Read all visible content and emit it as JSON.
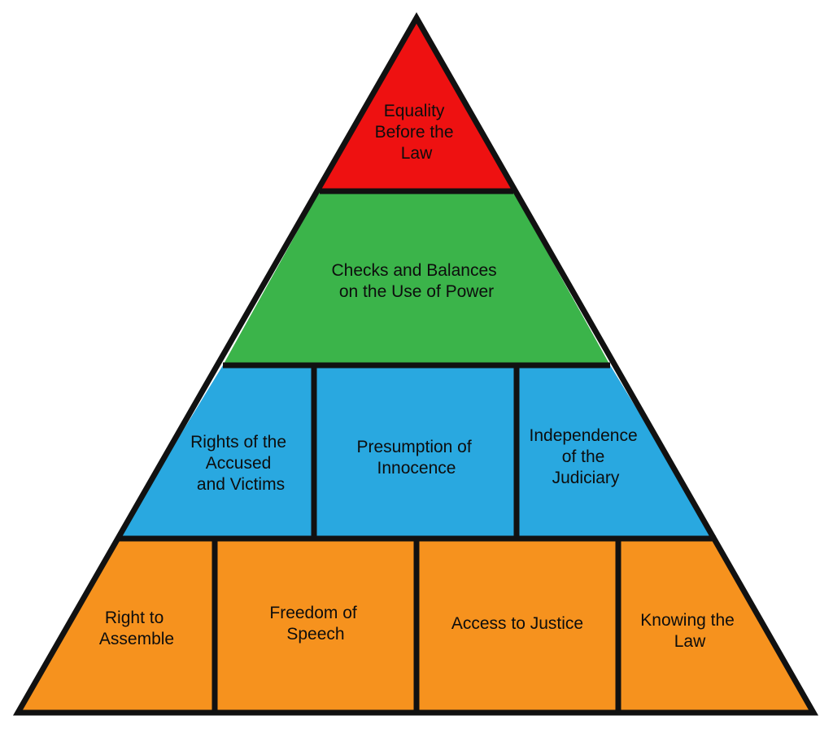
{
  "colors": {
    "apex": "#ee1111",
    "tier2": "#3bb44a",
    "tier3": "#29a8e0",
    "base": "#f6921e",
    "outline": "#111111"
  },
  "apex": {
    "label": [
      "Equality",
      "Before the",
      "Law"
    ]
  },
  "tier2": {
    "label": [
      "Checks and Balances",
      "on the Use of Power"
    ]
  },
  "tier3": [
    {
      "label": [
        "Rights of the",
        "Accused",
        "and Victims"
      ]
    },
    {
      "label": [
        "Presumption of",
        "Innocence"
      ]
    },
    {
      "label": [
        "Independence",
        "of the",
        "Judiciary"
      ]
    }
  ],
  "base": [
    {
      "label": [
        "Right to",
        "Assemble"
      ]
    },
    {
      "label": [
        "Freedom of",
        "Speech"
      ]
    },
    {
      "label": [
        "Access to Justice"
      ]
    },
    {
      "label": [
        "Knowing the",
        "Law"
      ]
    }
  ]
}
